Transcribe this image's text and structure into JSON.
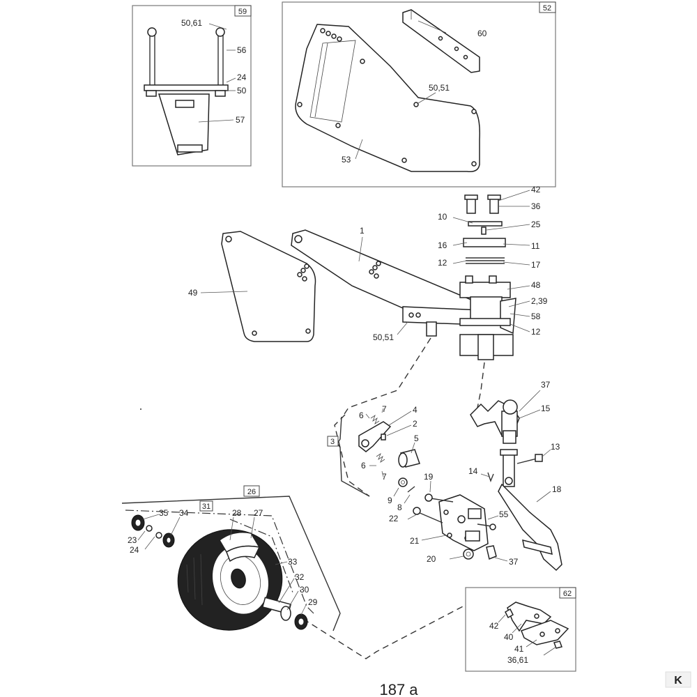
{
  "page_label": "187 a",
  "logo_text": "K",
  "labels": {
    "l59": "59",
    "l52": "52",
    "l26": "26",
    "l31": "31",
    "l3": "3",
    "l62": "62",
    "l50_61a": "50,61",
    "l56": "56",
    "l24a": "24",
    "l50a": "50",
    "l57": "57",
    "l60": "60",
    "l50_51a": "50,51",
    "l53": "53",
    "l42a": "42",
    "l36a": "36",
    "l10": "10",
    "l25": "25",
    "l16": "16",
    "l11": "11",
    "l12a": "12",
    "l17": "17",
    "l48": "48",
    "l2_39": "2,39",
    "l58": "58",
    "l12b": "12",
    "l1": "1",
    "l49": "49",
    "l50_51b": "50,51",
    "l37a": "37",
    "l15": "15",
    "l13": "13",
    "l14": "14",
    "l18": "18",
    "l6a": "6",
    "l7a": "7",
    "l4": "4",
    "l2": "2",
    "l5": "5",
    "l6b": "6",
    "l7b": "7",
    "l9": "9",
    "l8": "8",
    "l19": "19",
    "l55": "55",
    "l22": "22",
    "l21": "21",
    "l20": "20",
    "l37b": "37",
    "l35": "35",
    "l34": "34",
    "l28": "28",
    "l27": "27",
    "l23": "23",
    "l24b": "24",
    "l33": "33",
    "l32": "32",
    "l30": "30",
    "l29": "29",
    "l42b": "42",
    "l40": "40",
    "l41": "41",
    "l36_61": "36,61"
  }
}
